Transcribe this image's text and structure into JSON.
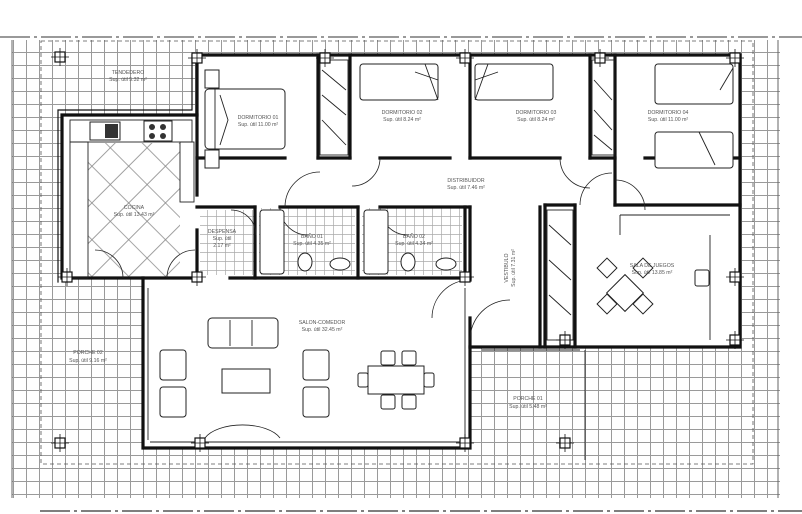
{
  "plan": {
    "rooms": [
      {
        "name": "TENDEDERO",
        "area": "Sup. útil 5.32 m²"
      },
      {
        "name": "DORMITORIO 01",
        "area": "Sup. útil 11.00 m²"
      },
      {
        "name": "DORMITORIO 02",
        "area": "Sup. útil 8.24 m²"
      },
      {
        "name": "DORMITORIO 03",
        "area": "Sup. útil 8.24 m²"
      },
      {
        "name": "DORMITORIO 04",
        "area": "Sup. útil 11.00 m²"
      },
      {
        "name": "DISTRIBUIDOR",
        "area": "Sup. útil 7.46 m²"
      },
      {
        "name": "COCINA",
        "area": "Sup. útil 13.43 m²"
      },
      {
        "name": "DESPENSA",
        "area_label": "Sup. útil",
        "area_value": "2.17 m²"
      },
      {
        "name": "BAÑO 01",
        "area": "Sup. útil 4.35 m²"
      },
      {
        "name": "BAÑO 02",
        "area": "Sup. útil 4.34 m²"
      },
      {
        "name": "VESTIBULO",
        "area": "Sup. útil 7.31 m²"
      },
      {
        "name": "SALA DE JUEGOS",
        "area": "Sup. útil 13.85 m²"
      },
      {
        "name": "SALON-COMEDOR",
        "area": "Sup. útil 32.45 m²"
      },
      {
        "name": "PORCHE 02",
        "area": "Sup. útil 9.16 m²"
      },
      {
        "name": "PORCHE 01",
        "area": "Sup. útil 5.48 m²"
      }
    ],
    "colors": {
      "wall": "#111111",
      "tile": "#9a9a9a",
      "background": "#ffffff"
    }
  }
}
